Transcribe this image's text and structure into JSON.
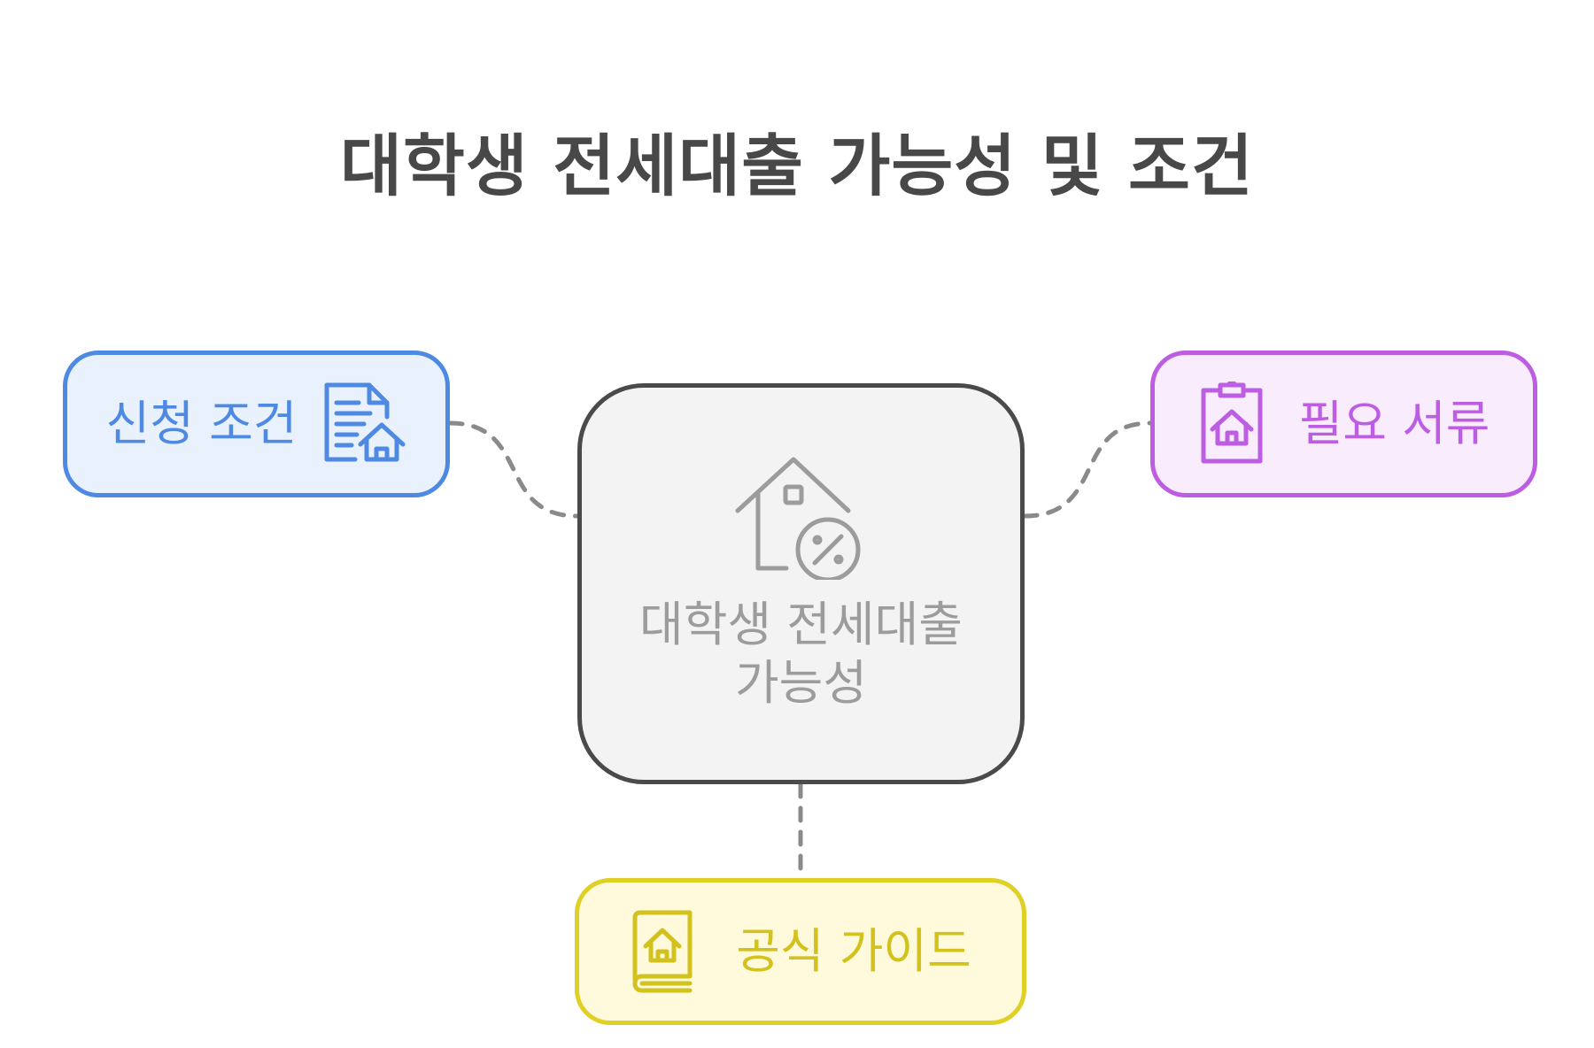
{
  "diagram": {
    "title": "대학생 전세대출 가능성 및 조건",
    "center": {
      "label": "대학생 전세대출 가능성",
      "icon": "house-percent-icon",
      "border_color": "#4a4a4a",
      "fill_color": "#f3f3f3",
      "text_color": "#9c9c9c"
    },
    "branches": [
      {
        "id": "conditions",
        "label": "신청 조건",
        "icon": "document-house-icon",
        "color": "#4f8ae2",
        "fill_color": "#e9f1fd"
      },
      {
        "id": "documents",
        "label": "필요 서류",
        "icon": "clipboard-house-icon",
        "color": "#bd5ee2",
        "fill_color": "#f8ecfd"
      },
      {
        "id": "guide",
        "label": "공식 가이드",
        "icon": "book-house-icon",
        "color": "#d3c11e",
        "fill_color": "#fefadb"
      }
    ],
    "connector_color": "#8a8a8a",
    "connector_style": "dashed"
  }
}
